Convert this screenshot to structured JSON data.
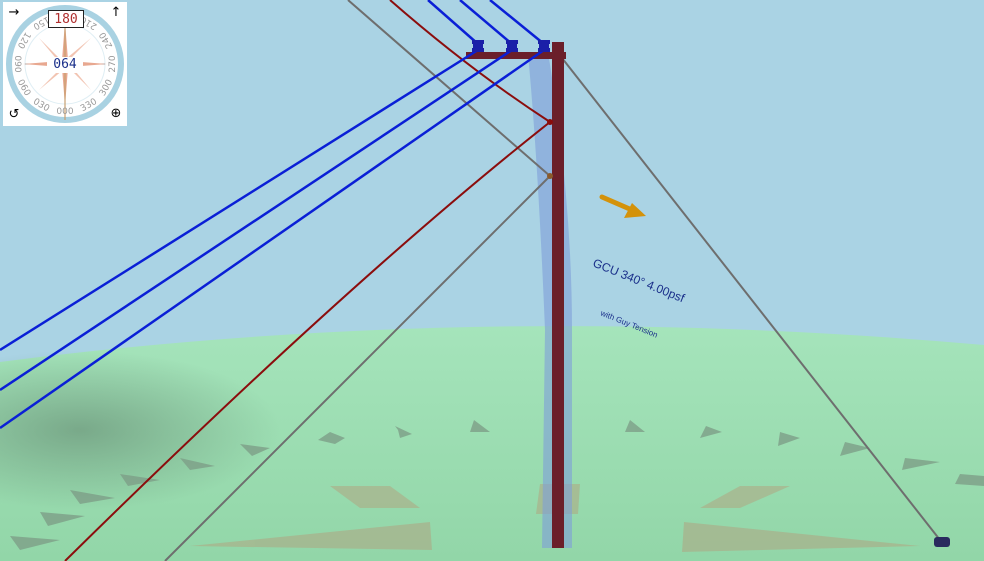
{
  "compass": {
    "view_heading": "180",
    "azimuth_readout": "064",
    "ring_labels": [
      "120",
      "150",
      "180",
      "210",
      "240",
      "270",
      "300",
      "330",
      "000",
      "030",
      "060",
      "090"
    ],
    "controls": {
      "pan_icon": "bird-icon",
      "north_icon": "up-arrow-icon",
      "rotate_icon": "rotate-icon",
      "zoom_icon": "zoom-icon"
    }
  },
  "scene": {
    "load_case_label": "GCU 340° 4.00psf",
    "load_case_sublabel": "with Guy Tension"
  },
  "colors": {
    "sky": "#aad3e4",
    "ground": "#9ddfb4",
    "pole": "#6b1f2a",
    "primary_conductor": "#0a1fd6",
    "secondary_conductor": "#8b0d0d",
    "guy_wire": "#6e6e6e",
    "wind_arrow": "#d4920a",
    "deflection_envelope": "#7f9fd8"
  }
}
